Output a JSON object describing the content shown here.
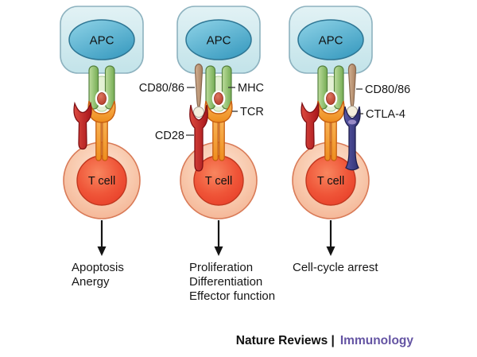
{
  "figure": {
    "panels": [
      {
        "apc_label": "APC",
        "tcell_label": "T cell",
        "outcomes": [
          "Apoptosis",
          "Anergy"
        ]
      },
      {
        "apc_label": "APC",
        "tcell_label": "T cell",
        "labels": {
          "cd80_86": "CD80/86",
          "mhc": "MHC",
          "tcr": "TCR",
          "cd28": "CD28"
        },
        "outcomes": [
          "Proliferation",
          "Differentiation",
          "Effector function"
        ]
      },
      {
        "apc_label": "APC",
        "tcell_label": "T cell",
        "labels": {
          "cd80_86": "CD80/86",
          "ctla4": "CTLA-4"
        },
        "outcomes": [
          "Cell-cycle arrest"
        ]
      }
    ],
    "footer": {
      "journal": "Nature Reviews |",
      "section": "Immunology"
    },
    "colors": {
      "apc_body": "#cfe9ee",
      "apc_border": "#8db2bf",
      "apc_nucleus": "#4fb0d2",
      "mhc_green": "#8cc370",
      "mhc_groove": "#e4f1d4",
      "tcr_orange": "#f29c38",
      "peptide_red": "#bf4a38",
      "cd28_red": "#bc2025",
      "cd80_86_tan": "#c2a083",
      "ctla4_indigo": "#3c3c82",
      "tcell_outer": "#f8c7ab",
      "tcell_inner": "#ee5b3a",
      "arrow": "#141414",
      "footer_purple": "#6454a3"
    }
  }
}
